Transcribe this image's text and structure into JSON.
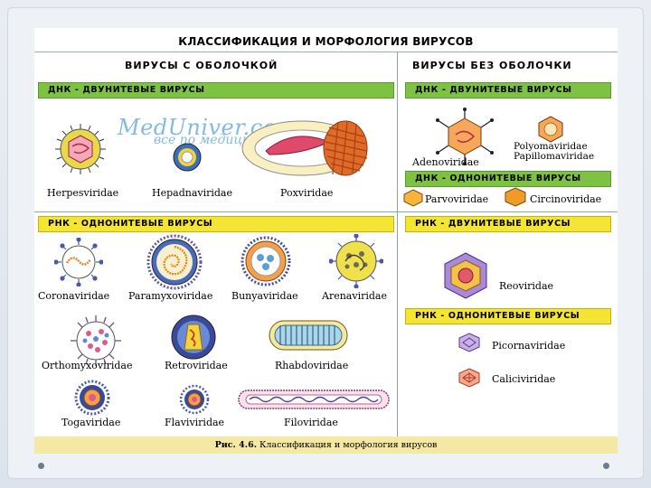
{
  "title": "КЛАССИФИКАЦИЯ И МОРФОЛОГИЯ ВИРУСОВ",
  "left_header": "ВИРУСЫ С ОБОЛОЧКОЙ",
  "right_header": "ВИРУСЫ БЕЗ ОБОЛОЧКИ",
  "bars": {
    "l_dna": "ДНК - ДВУНИТЕВЫЕ ВИРУСЫ",
    "r_dna2": "ДНК - ДВУНИТЕВЫЕ ВИРУСЫ",
    "r_dna1": "ДНК - ОДНОНИТЕВЫЕ ВИРУСЫ",
    "l_rna1": "РНК - ОДНОНИТЕВЫЕ ВИРУСЫ",
    "r_rna2": "РНК - ДВУНИТЕВЫЕ ВИРУСЫ",
    "r_rna1": "РНК - ОДНОНИТЕВЫЕ ВИРУСЫ"
  },
  "watermark": {
    "line1": "MedUniver.com",
    "line2": "все по медицине"
  },
  "labels": {
    "herpes": "Herpesviridae",
    "hepadna": "Hepadnaviridae",
    "pox": "Poxviridae",
    "adeno": "Adenoviridae",
    "polyoma": "Polyomaviridae",
    "papilloma": "Papillomaviridae",
    "parvo": "Parvoviridae",
    "circino": "Circinoviridae",
    "corona": "Coronaviridae",
    "paramyxo": "Paramyxoviridae",
    "bunya": "Bunyaviridae",
    "arena": "Arenaviridae",
    "orthomyxo": "Orthomyxoviridae",
    "retro": "Retroviridae",
    "rhabdo": "Rhabdoviridae",
    "toga": "Togaviridae",
    "flavi": "Flaviviridae",
    "filo": "Filoviridae",
    "reo": "Reoviridae",
    "picorna": "Picornaviridae",
    "calici": "Caliciviridae"
  },
  "footer": {
    "prefix": "Рис. 4.6.",
    "text": "Классификация и морфология вирусов"
  }
}
